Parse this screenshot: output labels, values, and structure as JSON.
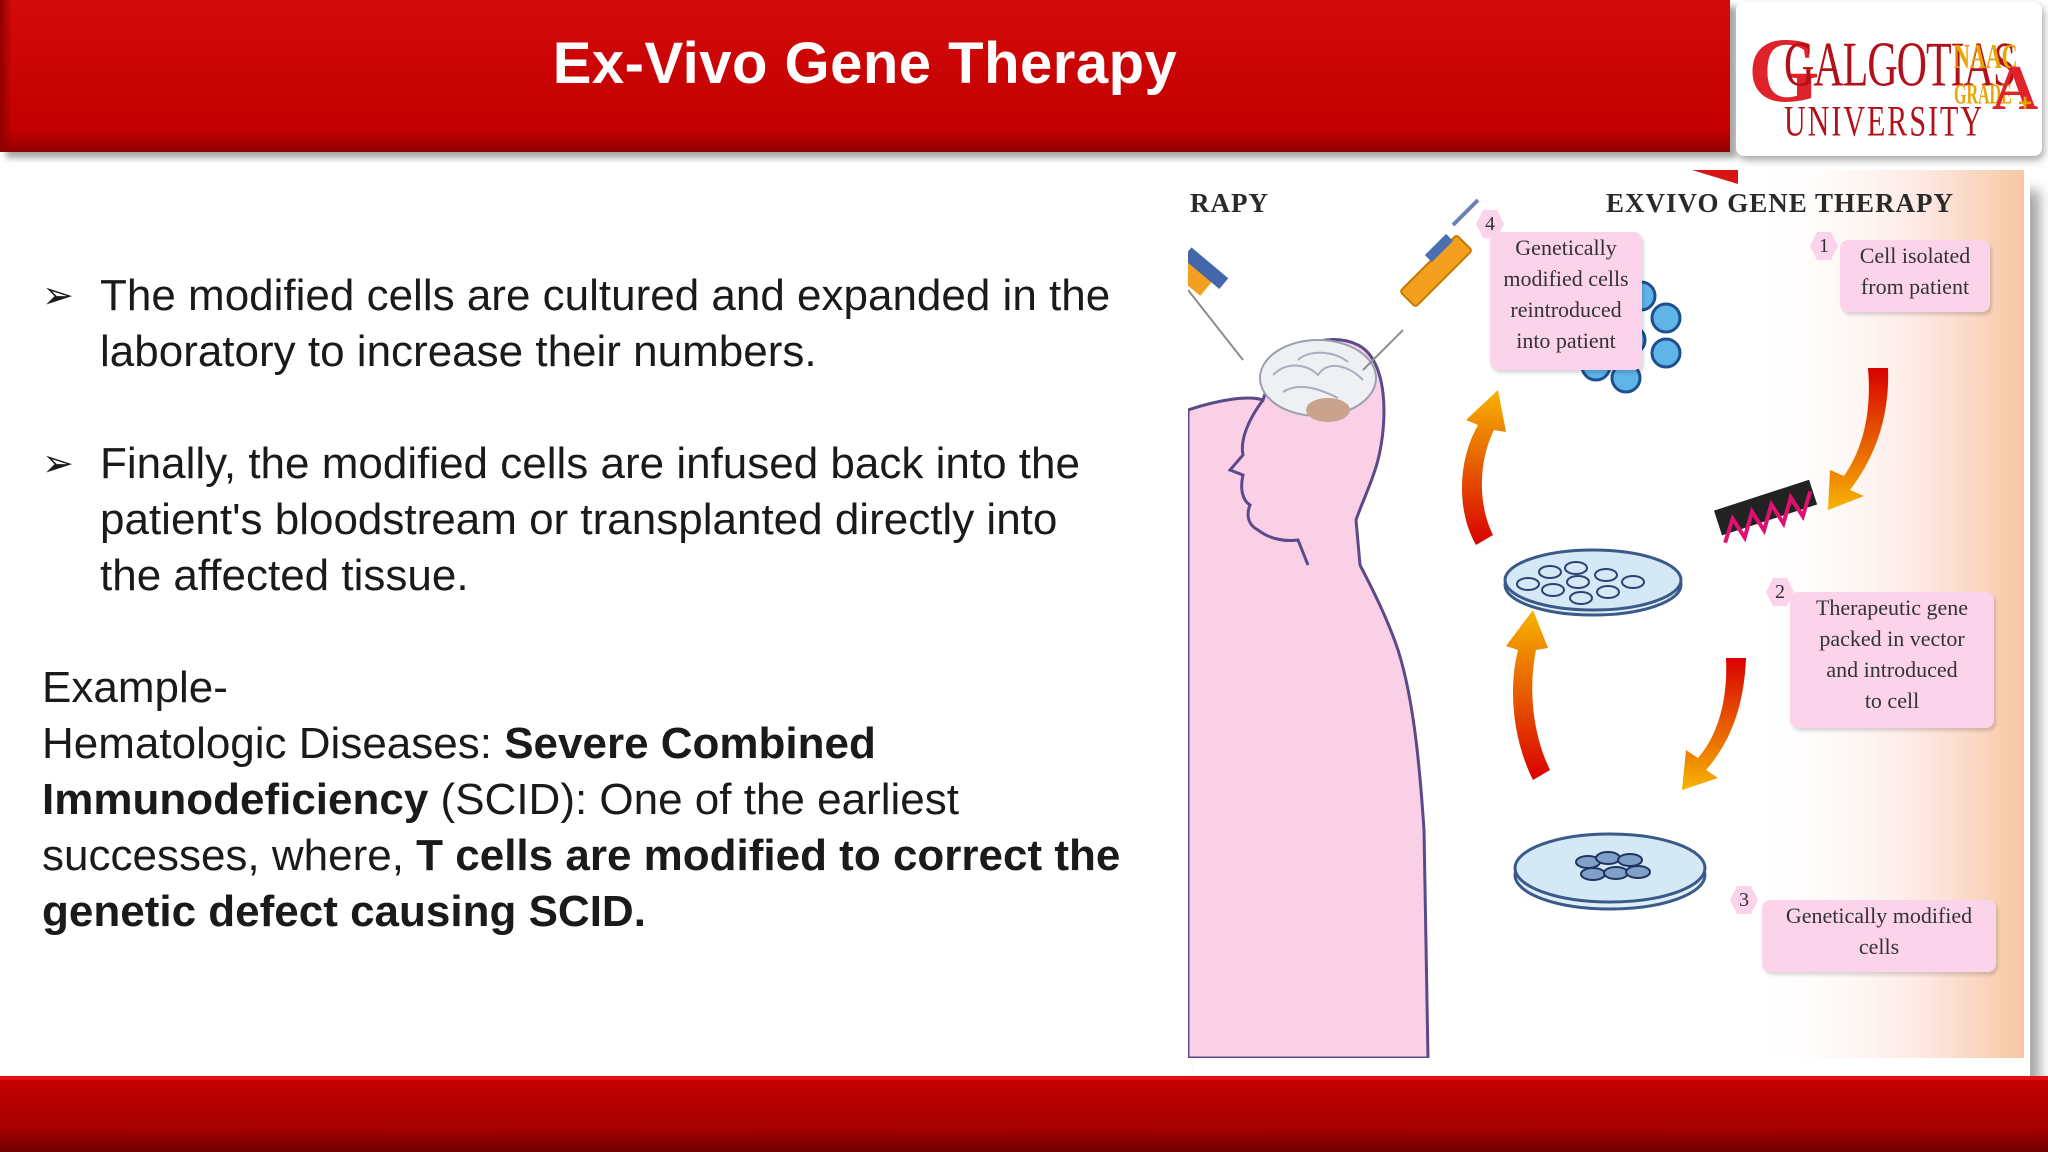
{
  "header": {
    "title": "Ex-Vivo Gene Therapy"
  },
  "logo": {
    "top": "GALGOTIAS",
    "bottom": "UNIVERSITY",
    "naac": "NAAC",
    "grade": "GRADE",
    "grade_letter": "A",
    "grade_plus": "+"
  },
  "content": {
    "bullets": [
      "The modified cells are cultured and expanded in the laboratory to increase their numbers.",
      "Finally, the modified cells are infused back into the patient's bloodstream or transplanted directly into the affected tissue."
    ],
    "example": {
      "heading": "Example-",
      "line1_prefix": "Hematologic Diseases: ",
      "line1_bold": "Severe Combined Immunodeficiency",
      "line1_mid": " (SCID): One of the earliest successes, where, ",
      "line1_bold2": "T cells are modified to correct the genetic defect causing SCID."
    }
  },
  "figure": {
    "title_left": "RAPY",
    "title": "EXVIVO GENE THERAPY",
    "steps": [
      {
        "num": "1",
        "label_l1": "Cell isolated",
        "label_l2": "from patient"
      },
      {
        "num": "2",
        "label_l1": "Therapeutic gene",
        "label_l2": "packed in vector",
        "label_l3": "and introduced",
        "label_l4": "to cell"
      },
      {
        "num": "3",
        "label_l1": "Genetically modified",
        "label_l2": "cells"
      },
      {
        "num": "4",
        "label_l1": "Genetically",
        "label_l2": "modified cells",
        "label_l3": "reintroduced",
        "label_l4": "into patient"
      }
    ]
  },
  "colors": {
    "brand_red": "#c30000",
    "label_pink": "#fbd3ea",
    "body_pink": "#f9d0e6"
  }
}
